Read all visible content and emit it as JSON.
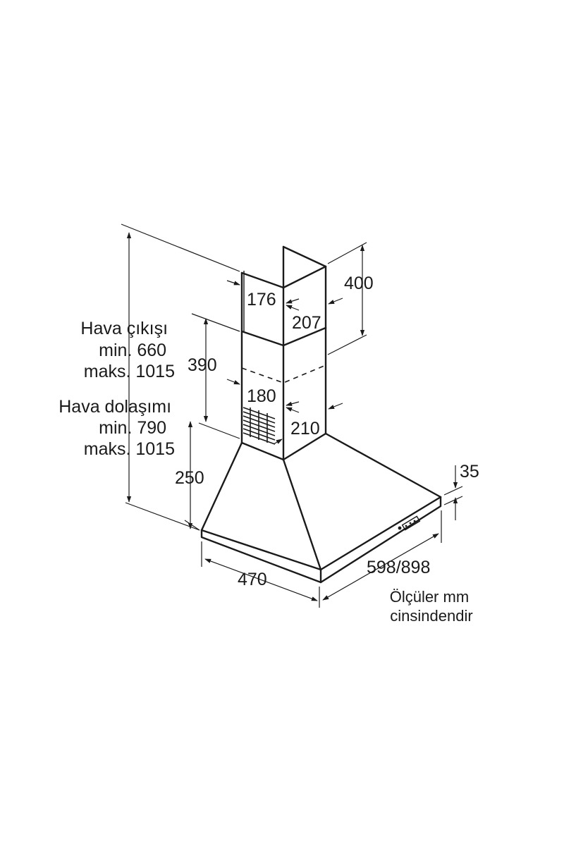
{
  "labels": {
    "air_outlet": [
      "Hava çıkışı",
      "min. 660",
      "maks. 1015"
    ],
    "recirculation": [
      "Hava dolaşımı",
      "min. 790",
      "maks. 1015"
    ],
    "dim_400": "400",
    "dim_176": "176",
    "dim_207": "207",
    "dim_390": "390",
    "dim_180": "180",
    "dim_210": "210",
    "dim_250": "250",
    "dim_35": "35",
    "dim_470": "470",
    "dim_598_898": "598/898"
  },
  "note": [
    "Ölçüler mm",
    "cinsindendir"
  ]
}
